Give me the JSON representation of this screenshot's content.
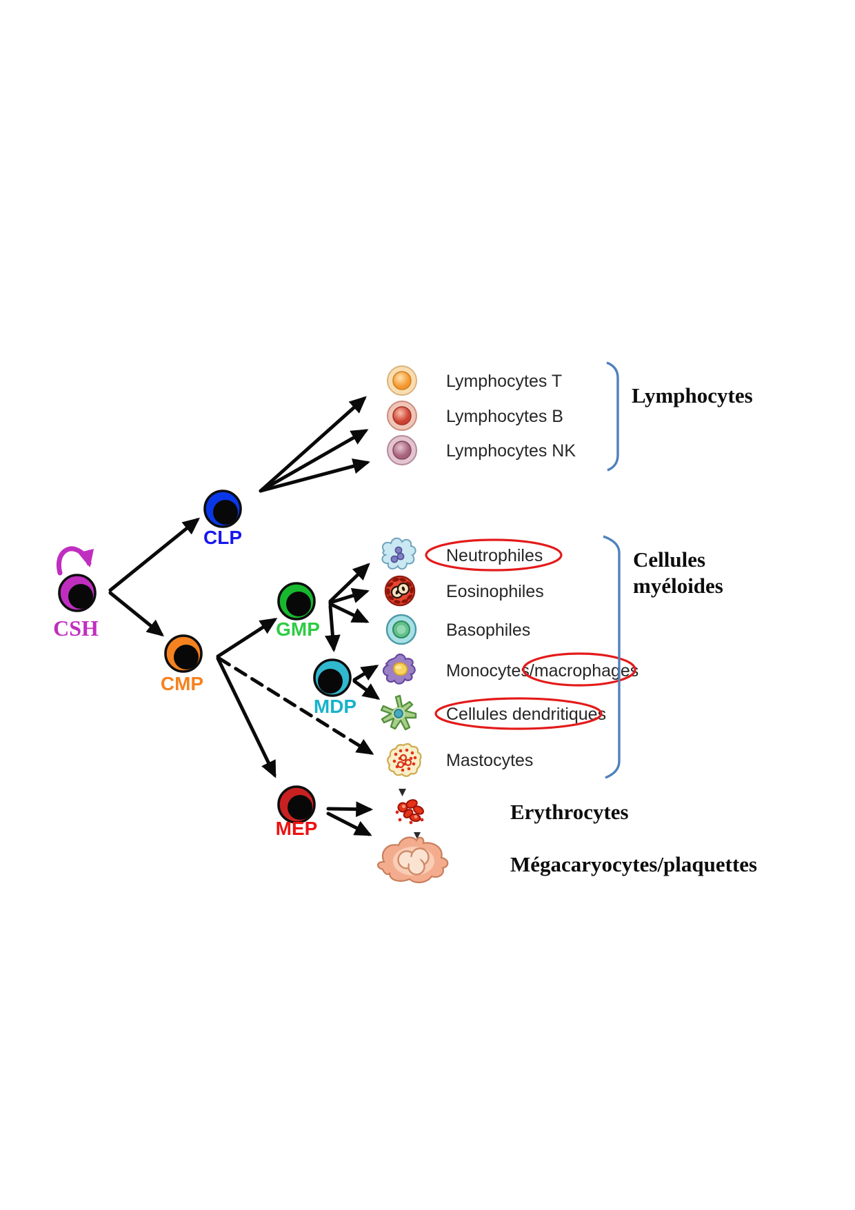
{
  "progenitors": [
    {
      "id": "csh",
      "label": "CSH"
    },
    {
      "id": "clp",
      "label": "CLP"
    },
    {
      "id": "cmp",
      "label": "CMP"
    },
    {
      "id": "gmp",
      "label": "GMP"
    },
    {
      "id": "mdp",
      "label": "MDP"
    },
    {
      "id": "mep",
      "label": "MEP"
    }
  ],
  "lymphoid": [
    {
      "label": "Lymphocytes T"
    },
    {
      "label": "Lymphocytes B"
    },
    {
      "label": "Lymphocytes NK"
    }
  ],
  "myeloid": [
    {
      "label": "Neutrophiles",
      "circled": true
    },
    {
      "label": "Eosinophiles",
      "circled": false
    },
    {
      "label": "Basophiles",
      "circled": false
    },
    {
      "label": "Monocytes/macrophages",
      "circled": "macrophages"
    },
    {
      "label": "Cellules dendritiques",
      "circled": true
    },
    {
      "label": "Mastocytes",
      "circled": false
    }
  ],
  "group_titles": {
    "lymphocytes": "Lymphocytes",
    "myeloides_line1": "Cellules",
    "myeloides_line2": "myéloides",
    "erythrocytes": "Erythrocytes",
    "megacaryocytes": "Mégacaryocytes/plaquettes"
  },
  "colors": {
    "csh": "#c02ec0",
    "clp": "#0a38e8",
    "clp_text": "#1616f0",
    "cmp": "#f5821f",
    "gmp": "#17b82e",
    "gmp_text": "#2ecc44",
    "mdp": "#30b8cf",
    "mdp_text": "#17b3cb",
    "mep": "#c92121",
    "mep_text": "#ee1111",
    "bracket": "#4f81bd",
    "highlight": "#e41a1a",
    "arrow": "#0a0a0a"
  }
}
